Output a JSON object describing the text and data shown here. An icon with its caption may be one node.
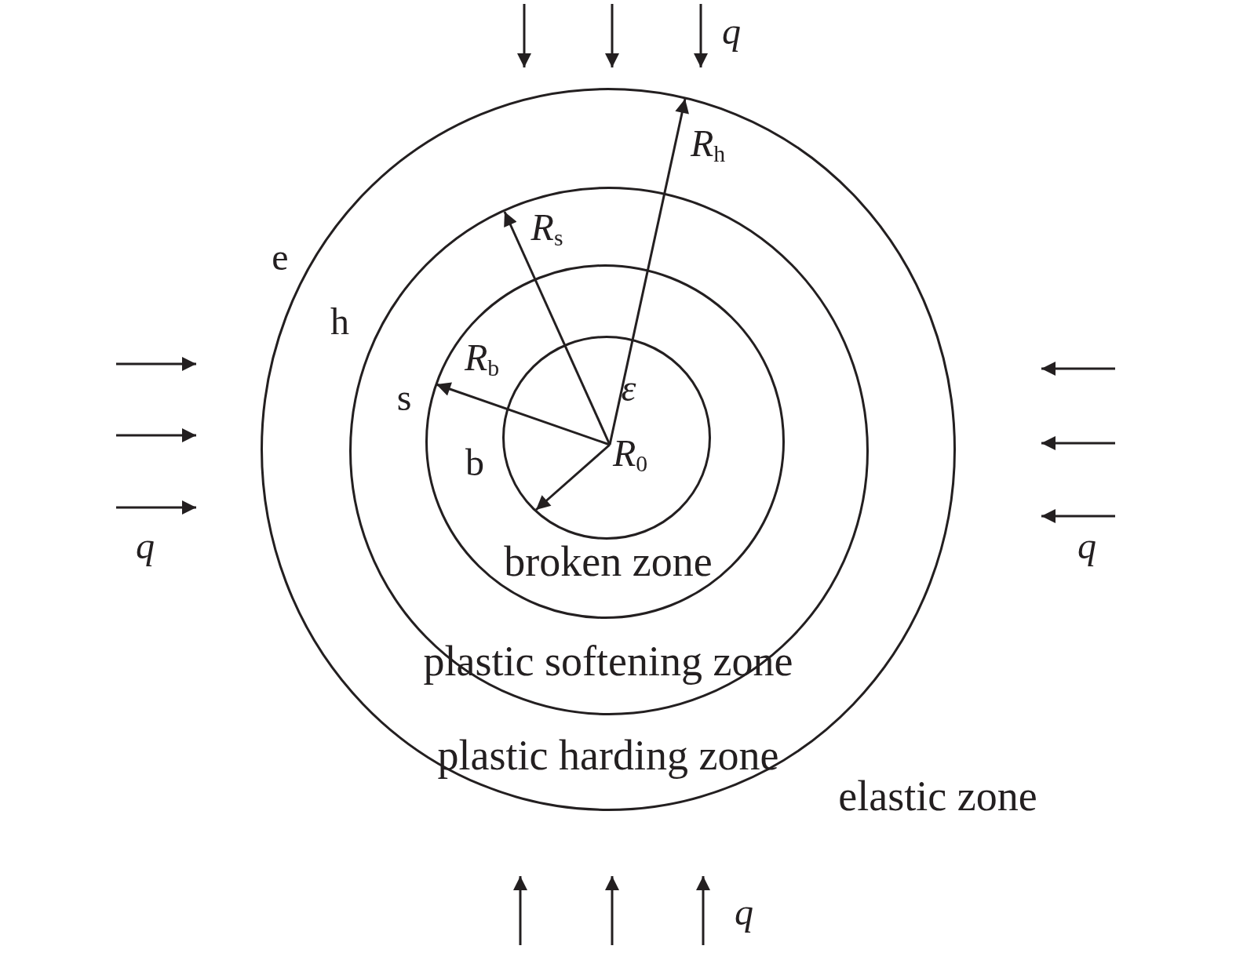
{
  "diagram": {
    "nodes": [
      {
        "text": [
          "h",
          "plastic harding zone"
        ]
      },
      {
        "text": [
          "s",
          "plastic softening zone"
        ],
        "in": 0
      },
      {
        "text": [
          "b",
          "broken zone"
        ],
        "in": 1
      },
      {
        "text": [],
        "shape": "circle",
        "in": 2
      }
    ],
    "labels": [
      "q",
      "e",
      "*R*$_{h}$",
      "*R*$_{s}$",
      "*R*$_{b}$",
      "ε",
      "*R*$_{0}$",
      "q",
      "q",
      "elastic zone",
      "q"
    ]
  }
}
